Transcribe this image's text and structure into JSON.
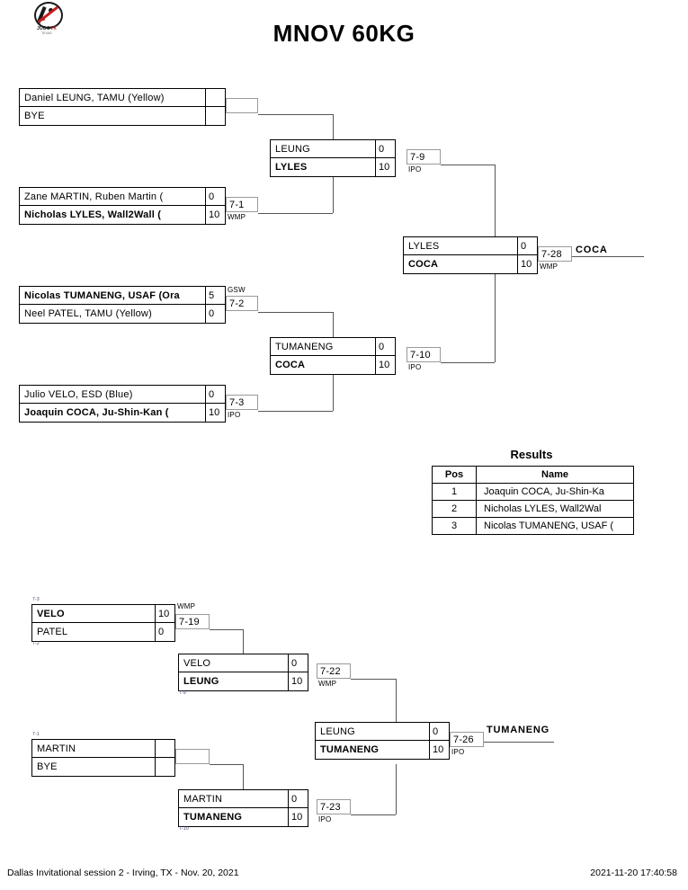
{
  "title": "MNOV 60KG",
  "logo": {
    "wordmark": "JUDO",
    "wordmark_red": "TX",
    "subword": "TEXAS"
  },
  "results": {
    "heading": "Results",
    "columns": [
      "Pos",
      "Name"
    ],
    "rows": [
      {
        "pos": "1",
        "name": "Joaquin COCA, Ju-Shin-Ka"
      },
      {
        "pos": "2",
        "name": "Nicholas LYLES, Wall2Wal"
      },
      {
        "pos": "3",
        "name": "Nicolas TUMANENG, USAF ("
      }
    ]
  },
  "footer": {
    "event": "Dallas Invitational session 2 - Irving, TX - Nov. 20, 2021",
    "timestamp": "2021-11-20 17:40:58"
  },
  "main_bracket": {
    "m1": {
      "top": {
        "name": "Daniel LEUNG, TAMU (Yellow)",
        "score": ""
      },
      "bottom": {
        "name": "BYE",
        "score": ""
      },
      "id": "",
      "result": ""
    },
    "m2": {
      "top": {
        "name": "Zane MARTIN, Ruben Martin (",
        "score": "0"
      },
      "bottom": {
        "name": "Nicholas LYLES, Wall2Wall (",
        "score": "10"
      },
      "id": "7-1",
      "result": "WMP"
    },
    "m3": {
      "top": {
        "name": "Nicolas TUMANENG, USAF (Ora",
        "score": "5"
      },
      "bottom": {
        "name": "Neel PATEL, TAMU (Yellow)",
        "score": "0"
      },
      "id": "7-2",
      "result": "GSW"
    },
    "m4": {
      "top": {
        "name": "Julio VELO, ESD (Blue)",
        "score": "0"
      },
      "bottom": {
        "name": "Joaquin COCA, Ju-Shin-Kan (",
        "score": "10"
      },
      "id": "7-3",
      "result": "IPO"
    },
    "sf1": {
      "top": {
        "name": "LEUNG",
        "score": "0"
      },
      "bottom": {
        "name": "LYLES",
        "score": "10"
      },
      "id": "7-9",
      "result": "IPO"
    },
    "sf2": {
      "top": {
        "name": "TUMANENG",
        "score": "0"
      },
      "bottom": {
        "name": "COCA",
        "score": "10"
      },
      "id": "7-10",
      "result": "IPO"
    },
    "final": {
      "top": {
        "name": "LYLES",
        "score": "0"
      },
      "bottom": {
        "name": "COCA",
        "score": "10"
      },
      "id": "7-28",
      "result": "WMP",
      "winner": "COCA"
    }
  },
  "repechage_bracket": {
    "r1": {
      "top": {
        "name": "VELO",
        "score": "10"
      },
      "bottom": {
        "name": "PATEL",
        "score": "0"
      },
      "id": "7-19",
      "result": "WMP",
      "feeder_top": "7-3",
      "feeder_bottom": "7-2"
    },
    "r2": {
      "top": {
        "name": "MARTIN",
        "score": ""
      },
      "bottom": {
        "name": "BYE",
        "score": ""
      },
      "id": "",
      "result": "",
      "feeder_top": "7-1"
    },
    "r3": {
      "top": {
        "name": "VELO",
        "score": "0"
      },
      "bottom": {
        "name": "LEUNG",
        "score": "10"
      },
      "id": "7-22",
      "result": "WMP",
      "feeder_bottom": "7-9"
    },
    "r4": {
      "top": {
        "name": "MARTIN",
        "score": "0"
      },
      "bottom": {
        "name": "TUMANENG",
        "score": "10"
      },
      "id": "7-23",
      "result": "IPO",
      "feeder_bottom": "7-10"
    },
    "rfinal": {
      "top": {
        "name": "LEUNG",
        "score": "0"
      },
      "bottom": {
        "name": "TUMANENG",
        "score": "10"
      },
      "id": "7-26",
      "result": "IPO",
      "winner": "TUMANENG"
    }
  }
}
